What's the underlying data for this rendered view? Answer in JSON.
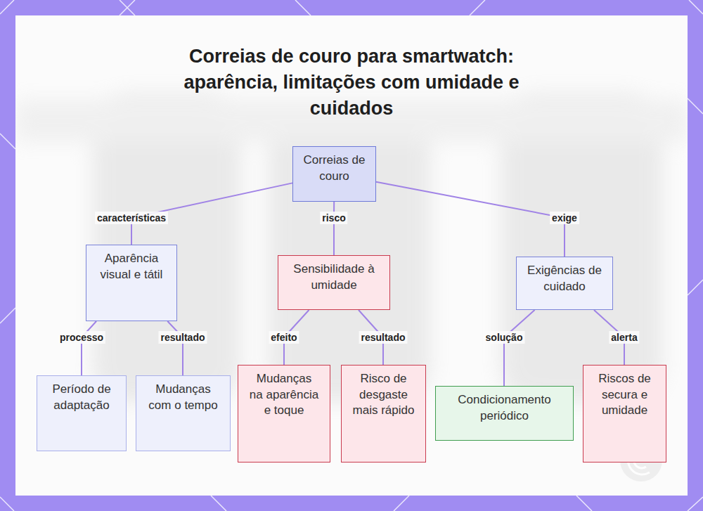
{
  "diagram": {
    "title": "Correias de couro para smartwatch: aparência, limitações com umidade e cuidados",
    "nodes": [
      {
        "text": [
          "Correias de couro"
        ]
      },
      {
        "text": [
          "Aparência visual e tátil"
        ]
      },
      {
        "text": [
          "Sensibilidade à umidade"
        ]
      },
      {
        "text": [
          "Exigências de cuidado"
        ]
      },
      {
        "text": [
          "Período de adaptação"
        ]
      },
      {
        "text": [
          "Mudanças com o tempo"
        ]
      },
      {
        "text": [
          "Mudanças na aparência e toque"
        ]
      },
      {
        "text": [
          "Risco de desgaste mais rápido"
        ]
      },
      {
        "text": [
          "Condicionamento periódico"
        ]
      },
      {
        "text": [
          "Riscos de secura e umidade"
        ]
      }
    ],
    "edges": [
      {
        "from": 0,
        "to": 1,
        "label": "características",
        "arrow": "none"
      },
      {
        "from": 0,
        "to": 2,
        "label": "risco",
        "arrow": "none"
      },
      {
        "from": 0,
        "to": 3,
        "label": "exige",
        "arrow": "none"
      },
      {
        "from": 1,
        "to": 4,
        "label": "processo",
        "arrow": "none"
      },
      {
        "from": 1,
        "to": 5,
        "label": "resultado",
        "arrow": "none"
      },
      {
        "from": 2,
        "to": 6,
        "label": "efeito",
        "arrow": "none"
      },
      {
        "from": 2,
        "to": 7,
        "label": "resultado",
        "arrow": "none"
      },
      {
        "from": 3,
        "to": 8,
        "label": "solução",
        "arrow": "none"
      },
      {
        "from": 3,
        "to": 9,
        "label": "alerta",
        "arrow": "none"
      }
    ]
  }
}
